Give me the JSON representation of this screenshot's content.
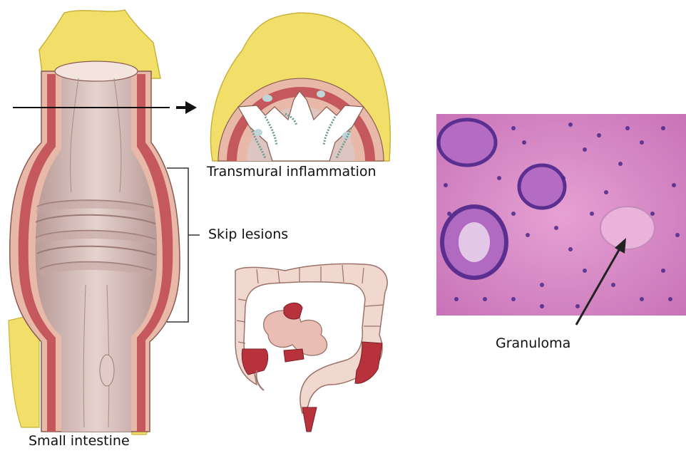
{
  "labels": {
    "small_intestine": "Small intestine",
    "transmural_inflammation": "Transmural  inflammation",
    "skip_lesions": "Skip lesions",
    "granuloma": "Granuloma"
  },
  "colors": {
    "fat": "#f2df6a",
    "fat_edge": "#c9b23a",
    "serosa": "#e8b8a8",
    "muscularis": "#c4585c",
    "mucosa": "#ddc0bc",
    "lumen_fold": "#c7aaa6",
    "colon": "#f1d8cf",
    "lesion": "#b8323c",
    "histology_bg": "#d87fc4",
    "nuclei": "#4a2a8a",
    "arrow": "#111111"
  }
}
